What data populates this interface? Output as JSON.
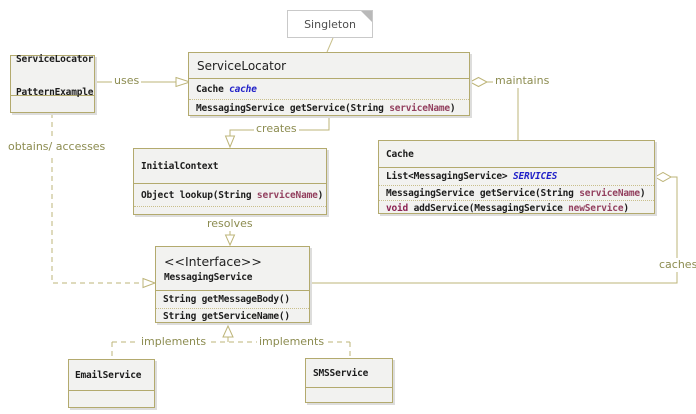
{
  "diagram": {
    "note": {
      "text": "Singleton"
    },
    "client": {
      "line1": "ServiceLocator",
      "line2": "PatternExample"
    },
    "service_locator": {
      "title": "ServiceLocator",
      "attr_pre": "Cache ",
      "attr_name": "cache",
      "m_pre": "MessagingService getService(String ",
      "m_param": "serviceName",
      "m_post": ")"
    },
    "initial_context": {
      "title": "InitialContext",
      "m_pre": "Object lookup(String ",
      "m_param": "serviceName",
      "m_post": ")"
    },
    "cache": {
      "title": "Cache",
      "attr_pre": "List<MessagingService> ",
      "attr_name": "SERVICES",
      "m1_pre": "MessagingService getService(String ",
      "m1_param": "serviceName",
      "m1_post": ")",
      "m2_kw": "void",
      "m2_mid": " addService(MessagingService ",
      "m2_param": "newService",
      "m2_post": ")"
    },
    "interface": {
      "stereotype": "<<Interface>>",
      "title": "MessagingService",
      "m1": "String getMessageBody()",
      "m2": "String getServiceName()"
    },
    "email": {
      "title": "EmailService"
    },
    "sms": {
      "title": "SMSService"
    },
    "labels": {
      "uses": "uses",
      "maintains": "maintains",
      "creates": "creates",
      "resolves": "resolves",
      "obtains": "obtains/ accesses",
      "caches": "caches",
      "implements_left": "implements",
      "implements_right": "implements"
    },
    "colors": {
      "line": "#bdb478",
      "label_text": "#8c8c50",
      "box_border": "#b3aa6e",
      "box_fill": "#f2f2f0",
      "attr_blue": "#1f1fc8",
      "param_maroon": "#93405f",
      "keyword_maroon": "#8b2252"
    }
  }
}
